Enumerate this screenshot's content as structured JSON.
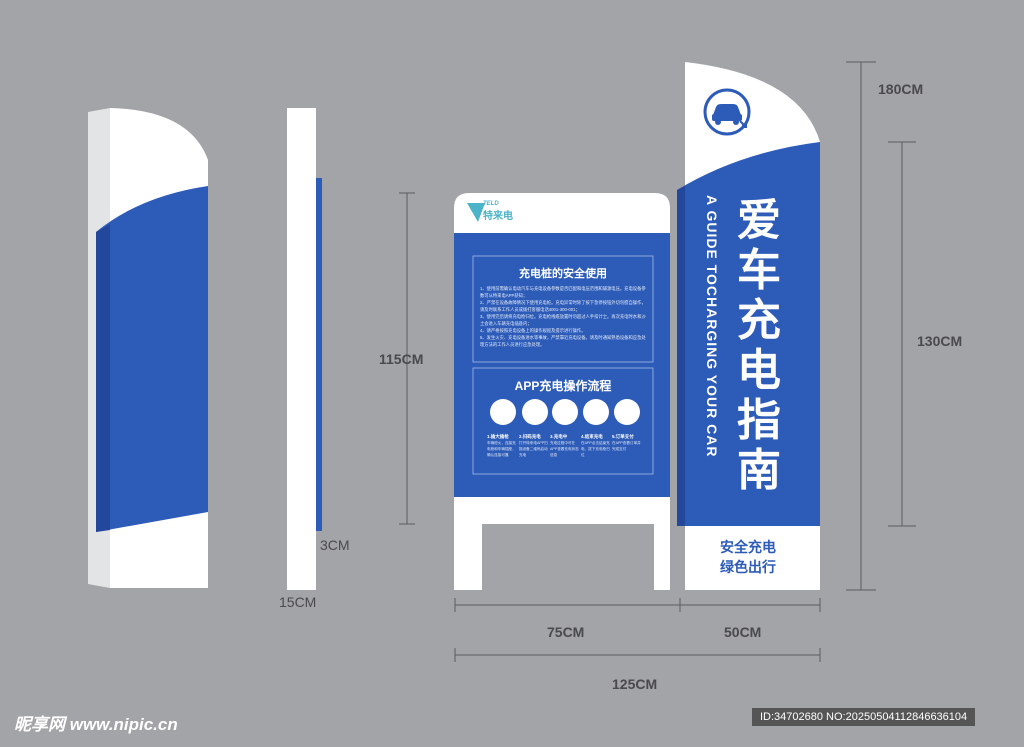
{
  "colors": {
    "background": "#a3a4a8",
    "blue": "#2c5bb8",
    "white": "#ffffff",
    "dimension_line": "#5b5c60"
  },
  "dimensions": {
    "totem_height": "180CM",
    "panel_height": "130CM",
    "board_height": "115CM",
    "thickness": "3CM",
    "depth": "15CM",
    "board_width": "75CM",
    "totem_width": "50CM",
    "total_width": "125CM"
  },
  "board": {
    "brand_mark": "TELD",
    "brand_name": "特来电",
    "safety_title": "充电桩的安全使用",
    "safety_text": [
      "1、使用前需确认电动汽车与充电设备参数是否匹配和电压范围和辅源电压。充电设备参数可从特来电APP获知；",
      "2、严禁在设备故障情况下使用充电桩。充电异常时除了按下急停按钮外切勿擅自操作，请及时联系工作人员或拨打客服电话4001-300-001；",
      "3、使用完后请将充电枪归位。充电枪线缆放置时勿超过人手扣计士。再次充电时水和沙土会进入车辆充电插座内；",
      "4、请严格按照充电设备上的操作规程及提示进行操作。",
      "5、发生火灾、充电设备进水等事故，严禁靠近充电设备。请及时通知熟悉设备和应急处理方法的工作人员进行应急处理。"
    ],
    "app_title": "APP充电操作流程",
    "steps": [
      {
        "label": "1.插大插枪",
        "desc": "车辆熄火，连接充电枪和车辆插座，确认连接可靠"
      },
      {
        "label": "2.扫码充电",
        "desc": "打开特来电APP扫描设备二维码启动充电"
      },
      {
        "label": "3.充电中",
        "desc": "充电过程中可在APP查看充电状态信息"
      },
      {
        "label": "4.结束充电",
        "desc": "在APP点击结束充电，拔下充电枪归位"
      },
      {
        "label": "5.订单支付",
        "desc": "在APP查看订单并完成支付"
      }
    ]
  },
  "totem": {
    "icon": "electric-car-icon",
    "title_en": "A GUIDE TOCHARGING YOUR CAR",
    "title_cn": [
      "爱",
      "车",
      "充",
      "电",
      "指",
      "南"
    ],
    "slogan": [
      "安全充电",
      "绿色出行"
    ]
  },
  "watermark": {
    "logo": "昵享网 www.nipic.cn",
    "id": "ID:34702680 NO:20250504112846636104"
  }
}
